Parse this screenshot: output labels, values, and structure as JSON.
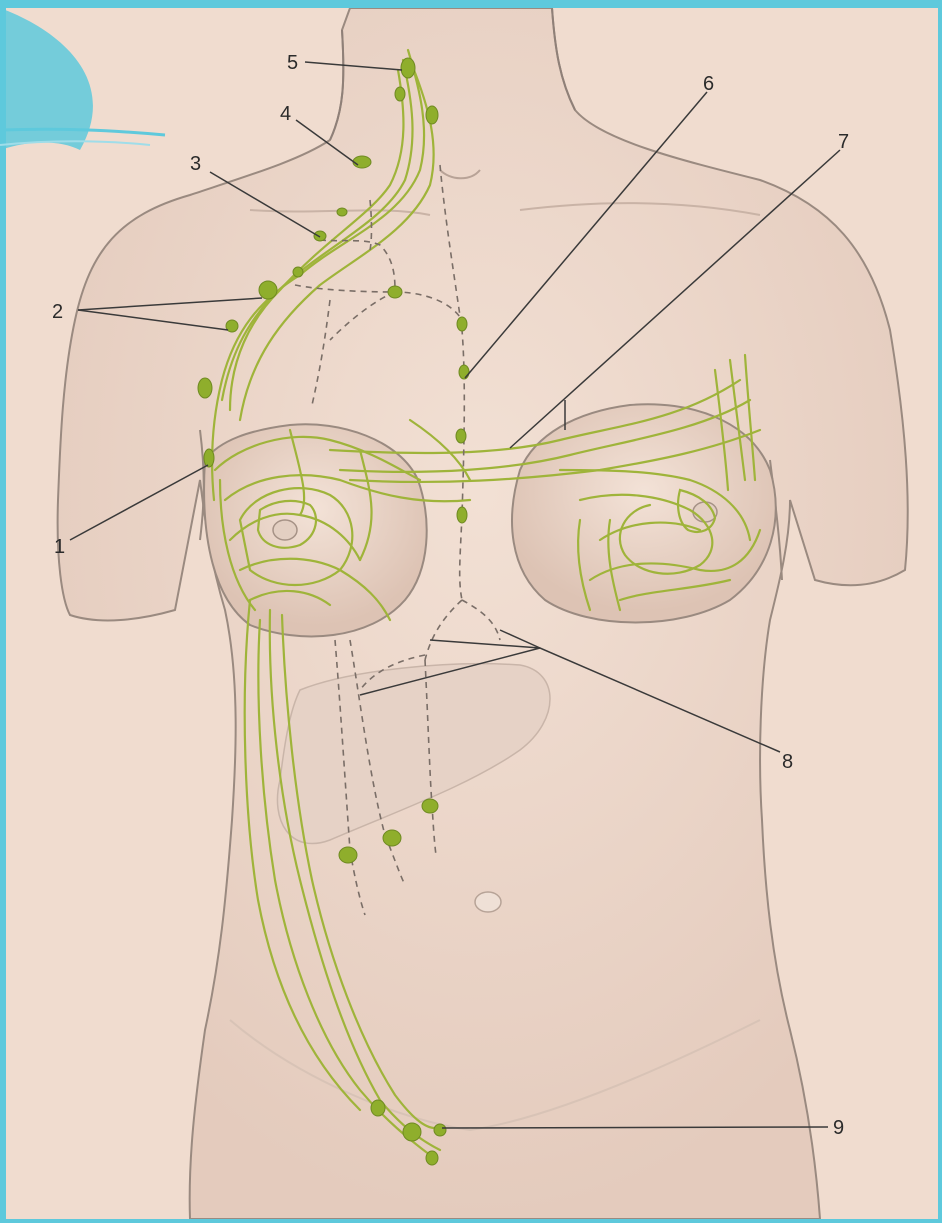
{
  "callouts": [
    {
      "id": "c1",
      "label": "1"
    },
    {
      "id": "c2",
      "label": "2"
    },
    {
      "id": "c3",
      "label": "3"
    },
    {
      "id": "c4",
      "label": "4"
    },
    {
      "id": "c5",
      "label": "5"
    },
    {
      "id": "c6",
      "label": "6"
    },
    {
      "id": "c7",
      "label": "7"
    },
    {
      "id": "c8",
      "label": "8"
    },
    {
      "id": "c9",
      "label": "9"
    }
  ],
  "colors": {
    "frame": "#5ec9dc",
    "paper": "#f0dccf",
    "skin_shade": "#d9c2b4",
    "body_outline": "#8f8078",
    "lymph_vessel": "#9fb43a",
    "lymph_node": "#8fae2c",
    "leader_line": "#3a3a3a"
  },
  "icons": [
    "lymph-node-icon"
  ]
}
